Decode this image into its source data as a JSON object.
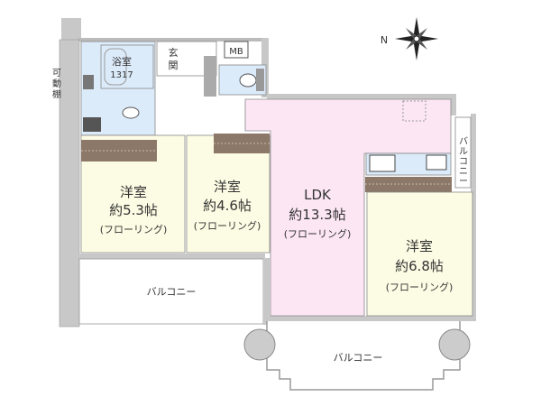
{
  "rooms": {
    "bath": {
      "name": "浴室",
      "size": "1317"
    },
    "entrance": {
      "name_1": "玄",
      "name_2": "関"
    },
    "mb": "MB",
    "shelf": {
      "c1": "可",
      "c2": "動",
      "c3": "棚"
    },
    "western_1": {
      "name": "洋室",
      "size": "約5.3帖",
      "floor": "(フローリング)"
    },
    "western_2": {
      "name": "洋室",
      "size": "約4.6帖",
      "floor": "(フローリング)"
    },
    "ldk": {
      "name": "LDK",
      "size": "約13.3帖",
      "floor": "(フローリング)"
    },
    "western_3": {
      "name": "洋室",
      "size": "約6.8帖",
      "floor": "(フローリング)"
    },
    "balcony_left": "バルコニー",
    "balcony_bottom": "バルコニー",
    "balcony_side": {
      "c1": "バ",
      "c2": "ル",
      "c3": "コ",
      "c4": "ニ",
      "c5": "ー"
    }
  },
  "compass": {
    "label": "N"
  },
  "colors": {
    "wall": "#c8c8c8",
    "wet": "#dcebfa",
    "ldk": "#fce6f4",
    "room": "#fcfce4",
    "closet": "#8c7868"
  }
}
